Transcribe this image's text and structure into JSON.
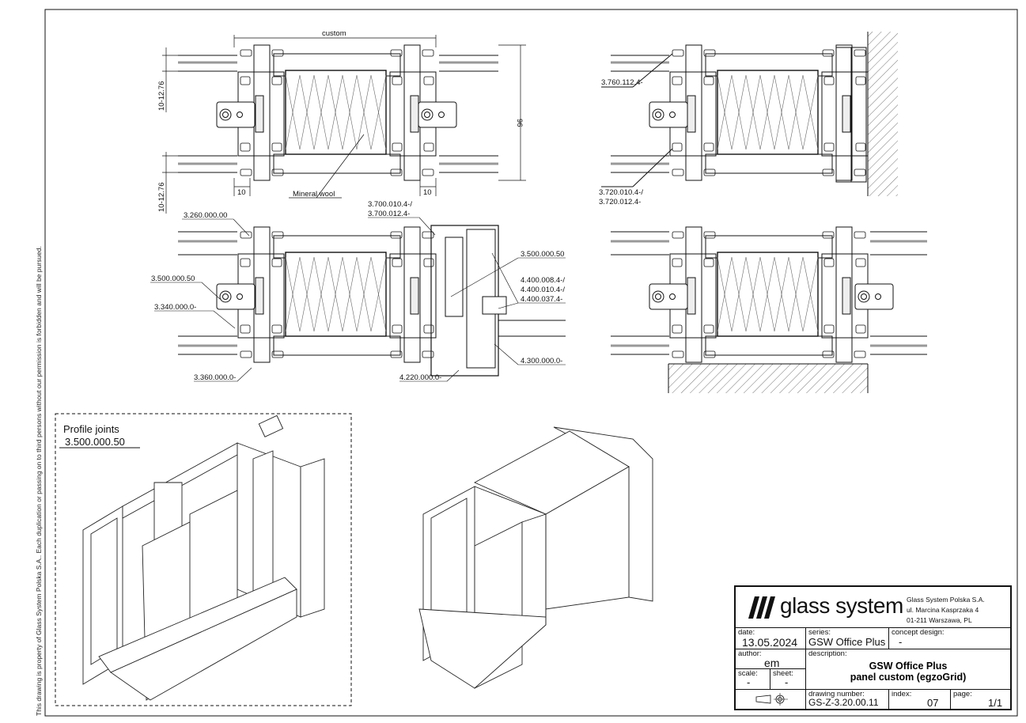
{
  "disclaimer": "This drawing is property of Glass System Polska S.A.. Each duplication or passing on to third persons without our permission is forbidden and will be pursued.",
  "dimensions": {
    "width": "custom",
    "height": "96",
    "glass_top": "10-12.76",
    "glass_bottom": "10-12.76",
    "offset_left": "10",
    "offset_right": "10",
    "infill": "Mineral wool"
  },
  "callouts": {
    "top_right_upper": "3.760.112.4-",
    "top_right_lower_1": "3.720.010.4-/",
    "top_right_lower_2": "3.720.012.4-",
    "mid_1": "3.260.000.00",
    "mid_2": "3.500.000.50",
    "mid_3": "3.340.000.0-",
    "mid_4": "3.360.000.0-",
    "mid_5a": "3.700.010.4-/",
    "mid_5b": "3.700.012.4-",
    "mid_6": "3.500.000.50",
    "mid_7a": "4.400.008.4-/",
    "mid_7b": "4.400.010.4-/",
    "mid_7c": "4.400.037.4-",
    "mid_8": "4.300.000.0-",
    "mid_9": "4.220.000.0-"
  },
  "detail_box": {
    "title": "Profile joints",
    "code": "3.500.000.50"
  },
  "title_block": {
    "logo": "glass system",
    "company": "Glass System Polska S.A.",
    "street": "ul. Marcina Kasprzaka 4",
    "city": "01-211 Warszawa, PL",
    "date_label": "date:",
    "date": "13.05.2024",
    "series_label": "series:",
    "series": "GSW Office Plus",
    "concept_label": "concept design:",
    "concept": "-",
    "author_label": "author:",
    "author": "em",
    "description_label": "description:",
    "description_1": "GSW Office Plus",
    "description_2": "panel custom (egzoGrid)",
    "scale_label": "scale:",
    "scale": "-",
    "sheet_label": "sheet:",
    "sheet": "-",
    "drawing_number_label": "drawing number:",
    "drawing_number": "GS-Z-3.20.00.11",
    "index_label": "index:",
    "index": "07",
    "page_label": "page:",
    "page": "1/1"
  }
}
